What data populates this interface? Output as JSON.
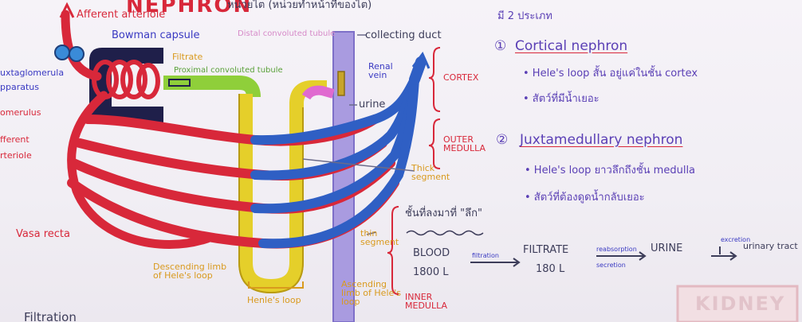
{
  "colors": {
    "artery": "#d8283a",
    "vein": "#2f5fc4",
    "tubule": "#e5cf2a",
    "capsule": "#1f1f4a",
    "collecting": "#a99be0",
    "heading_text": "#5a3fb5",
    "label_orange": "#d99a1e"
  },
  "title_fragment": "NEPHRON",
  "thai_header": "หน่วยไต (หน่วยทำหน้าที่ของไต)",
  "labels": {
    "afferent_arteriole": "Afferent arteriole",
    "bowman_capsule": "Bowman capsule",
    "juxtaglomerular": "uxtaglomerula",
    "apparatus": "pparatus",
    "glomerulus": "omerulus",
    "efferent": "fferent",
    "arteriole": "rteriole",
    "filtrate": "Filtrate",
    "proximal_tubule": "Proximal convoluted tubule",
    "distal_tubule": "Distal convoluted tubule",
    "collecting_duct": "collecting duct",
    "renal_vein": "Renal vein",
    "urine": "urine",
    "vasa_recta": "Vasa recta",
    "descending_limb": "Descending limb of Hele's loop",
    "henles_loop": "Henle's loop",
    "ascending_limb": "Ascending limb of Hele's loop",
    "thick_segment": "Thick segment",
    "thin_segment": "thin segment",
    "cortex": "CORTEX",
    "outer_medulla": "OUTER MEDULLA",
    "inner_medulla": "INNER MEDULLA",
    "bottom_left": "Filtration"
  },
  "notes": {
    "types_heading": "มี 2 ประเภท",
    "type1_number": "①",
    "type1_name": "Cortical nephron",
    "type1_point1": "• Hele's loop สั้น อยู่แค่ในชั้น cortex",
    "type1_point2": "• สัตว์ที่มีน้ำเยอะ",
    "type2_number": "②",
    "type2_name": "Juxtamedullary nephron",
    "type2_point1": "• Hele's loop ยาวลึกถึงชั้น medulla",
    "type2_point2": "• สัตว์ที่ต้องดูดน้ำกลับเยอะ",
    "medulla_thai": "ชั้นที่ลงมาที่ \"ลึก\""
  },
  "flow": {
    "blood": "BLOOD",
    "blood_volume": "1800 L",
    "arrow1_label": "filtration",
    "filtrate": "FILTRATE",
    "filtrate_volume": "180 L",
    "arrow2_label_top": "reabsorption",
    "arrow2_label_bottom": "secretion",
    "urine": "URINE",
    "arrow3_label": "excretion",
    "destination": "urinary tract"
  },
  "stamp": "KIDNEY"
}
